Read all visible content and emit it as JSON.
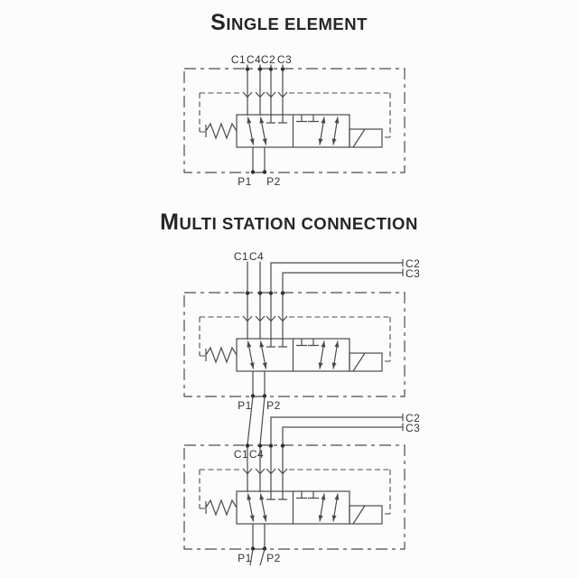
{
  "titles": {
    "single": {
      "initial": "S",
      "rest": "INGLE ELEMENT"
    },
    "multi": {
      "initial": "M",
      "rest": "ULTI STATION CONNECTION"
    }
  },
  "colors": {
    "background": "#fcfcfc",
    "line": "#4b4b4b",
    "text": "#333333",
    "title": "#262626"
  },
  "single_element": {
    "top_ports": [
      "C1",
      "C4",
      "C2",
      "C3"
    ],
    "bottom_ports": [
      "P1",
      "P2"
    ]
  },
  "multi_station": {
    "station_1": {
      "top_ports": [
        "C1",
        "C4"
      ],
      "right_ports": [
        "C2",
        "C3"
      ],
      "bottom_ports": [
        "P1",
        "P2"
      ]
    },
    "station_2": {
      "top_ports": [
        "C1",
        "C4"
      ],
      "right_ports": [
        "C2",
        "C3"
      ],
      "bottom_ports": [
        "P1",
        "P2"
      ]
    }
  }
}
